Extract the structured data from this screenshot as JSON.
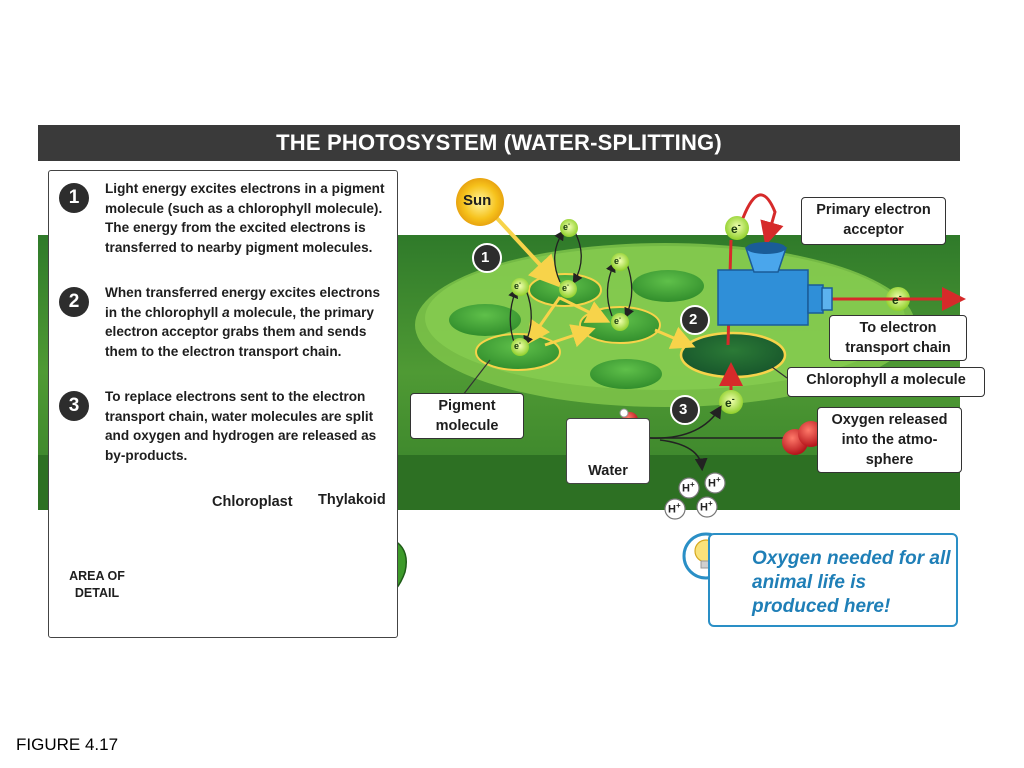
{
  "title": "THE PHOTOSYSTEM (WATER-SPLITTING)",
  "steps": [
    {
      "number": "1",
      "text": "Light energy excites electrons in a pigment molecule (such as a chlorophyll molecule). The energy from the excited electrons is transferred to nearby pigment molecules."
    },
    {
      "number": "2",
      "text": "When transferred energy excites electrons in the chlorophyll a molecule, the primary electron acceptor grabs them and sends them to the electron transport chain."
    },
    {
      "number": "3",
      "text": "To replace electrons sent to the electron transport chain, water molecules are split and oxygen and hydrogen are released as by-products."
    }
  ],
  "chloroplast": {
    "chloroplast_label": "Chloroplast",
    "thylakoid_label": "Thylakoid",
    "area_label": "AREA OF DETAIL"
  },
  "diagram": {
    "sun": "Sun",
    "electron": "e",
    "electron_charge": "-",
    "step_markers": [
      "1",
      "2",
      "3"
    ],
    "primary_acceptor": "Primary electron acceptor",
    "transport_chain": "To electron transport chain",
    "chlorophyll_prefix": "Chlorophyll",
    "chlorophyll_italic": "a",
    "chlorophyll_suffix": "molecule",
    "pigment": "Pigment molecule",
    "water": "Water",
    "oxygen": "Oxygen released into the atmo-sphere",
    "hydrogen": "H",
    "hydrogen_charge": "+"
  },
  "callout": "Oxygen needed for all animal life is produced here!",
  "figure_label": "FIGURE 4.17",
  "colors": {
    "title_bar": "#3a3a3a",
    "membrane": "#5fa83a",
    "background_green": "#3f8a2e",
    "electron_arrow": "#d62a2a",
    "callout_blue": "#2a8fc6",
    "acceptor_blue": "#2f8fd8"
  }
}
